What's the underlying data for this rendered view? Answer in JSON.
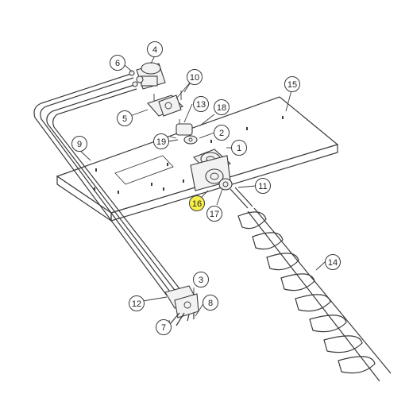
{
  "diagram": {
    "highlight_color": "#f7ef4a",
    "line_color": "#3a3a3a",
    "callouts": [
      {
        "id": "c1",
        "label": "1",
        "highlighted": false
      },
      {
        "id": "c2",
        "label": "2",
        "highlighted": false
      },
      {
        "id": "c3",
        "label": "3",
        "highlighted": false
      },
      {
        "id": "c4",
        "label": "4",
        "highlighted": false
      },
      {
        "id": "c5",
        "label": "5",
        "highlighted": false
      },
      {
        "id": "c6",
        "label": "6",
        "highlighted": false
      },
      {
        "id": "c7",
        "label": "7",
        "highlighted": false
      },
      {
        "id": "c8",
        "label": "8",
        "highlighted": false
      },
      {
        "id": "c9",
        "label": "9",
        "highlighted": false
      },
      {
        "id": "c10",
        "label": "10",
        "highlighted": false
      },
      {
        "id": "c11",
        "label": "11",
        "highlighted": false
      },
      {
        "id": "c12",
        "label": "12",
        "highlighted": false
      },
      {
        "id": "c13",
        "label": "13",
        "highlighted": false
      },
      {
        "id": "c14",
        "label": "14",
        "highlighted": false
      },
      {
        "id": "c15",
        "label": "15",
        "highlighted": false
      },
      {
        "id": "c16",
        "label": "16",
        "highlighted": true
      },
      {
        "id": "c17",
        "label": "17",
        "highlighted": false
      },
      {
        "id": "c18",
        "label": "18",
        "highlighted": false
      },
      {
        "id": "c19",
        "label": "19",
        "highlighted": false
      }
    ]
  }
}
